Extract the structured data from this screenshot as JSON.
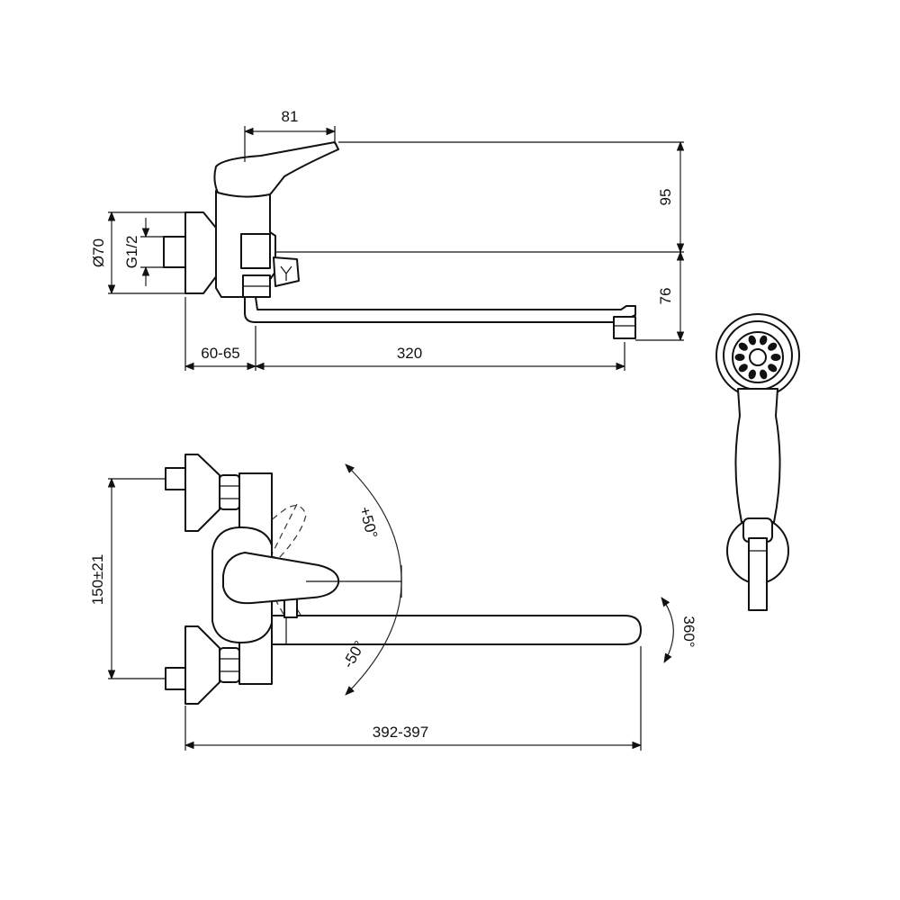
{
  "dimensions": {
    "lever_length": "81",
    "lever_height": "95",
    "spout_drop": "76",
    "flange_diameter": "Ø70",
    "thread": "G1/2",
    "wall_offset": "60-65",
    "spout_reach": "320",
    "inlet_spacing": "150±21",
    "total_width": "392-397",
    "lever_up_angle": "+50°",
    "lever_down_angle": "-50°",
    "spout_rotation": "360°"
  },
  "colors": {
    "line": "#111111",
    "background": "#ffffff"
  }
}
